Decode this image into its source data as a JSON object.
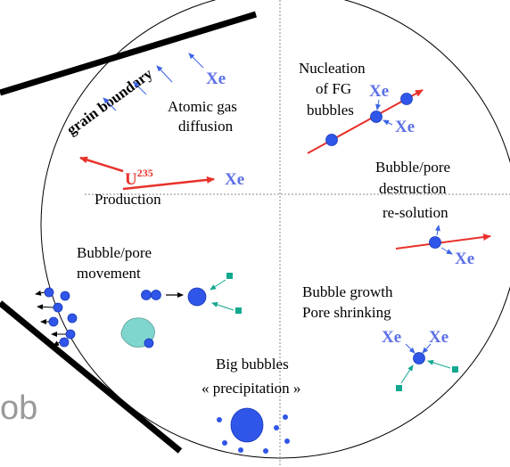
{
  "labels": {
    "grain_boundary": "grain boundary",
    "atomic_gas_diffusion_1": "Atomic gas",
    "atomic_gas_diffusion_2": "diffusion",
    "nucleation_1": "Nucleation",
    "nucleation_2": "of FG",
    "nucleation_3": "bubbles",
    "production": "Production",
    "destruction_1": "Bubble/pore",
    "destruction_2": "destruction",
    "destruction_3": "re-solution",
    "movement_1": "Bubble/pore",
    "movement_2": "movement",
    "growth_1": "Bubble growth",
    "growth_2": "Pore shrinking",
    "precipitation_1": "Big bubbles",
    "precipitation_2": "« precipitation »",
    "u235_base": "U",
    "u235_sup": "235",
    "xe": "Xe",
    "left_fragment": "ob"
  },
  "colors": {
    "xe_blue": "#5b6fe6",
    "bubble_blue": "#2f56e8",
    "red_arrow": "#e8312a",
    "teal": "#12a78f",
    "pore_fill": "#7fd6cf"
  }
}
